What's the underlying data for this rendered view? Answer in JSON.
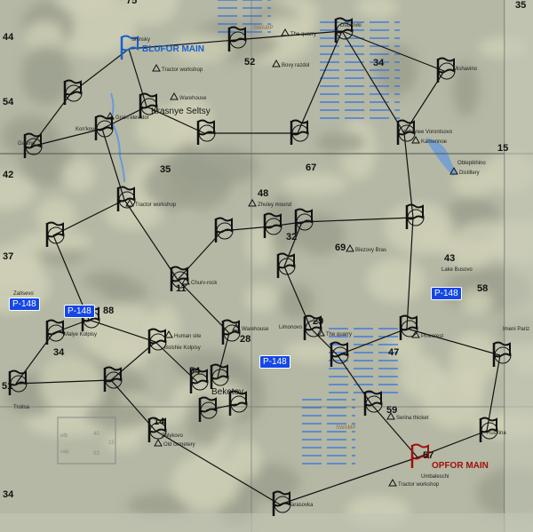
{
  "map": {
    "colors": {
      "terrain": "#b4b8a4",
      "forest": "#9a9e8c",
      "field": "#cfd0b6",
      "swamp": "#2f6fe6",
      "blufor": "#1a5fd1",
      "opfor": "#a01010",
      "neutral_flag": "#111111"
    },
    "bases": {
      "blufor": "BLUFOR MAIN",
      "opfor": "OPFOR MAIN"
    },
    "road_signs": [
      "P-148",
      "P-148",
      "P-148",
      "P-148"
    ],
    "grid_numbers": [
      "75",
      "44",
      "54",
      "42",
      "37",
      "51",
      "34",
      "35",
      "15",
      "35",
      "52",
      "34",
      "67",
      "48",
      "32",
      "69",
      "43",
      "58",
      "11",
      "29",
      "47",
      "28",
      "54",
      "59",
      "14",
      "57",
      "34",
      "88"
    ],
    "place_names": [
      "Krasnye Seltsy",
      "Beketov",
      "Gadino",
      "Kon'kovo",
      "Dubrovki",
      "Verkhnee Vorontsovo",
      "Oblepikhino",
      "Zaitsevo",
      "Malye Kolpisy",
      "Troitsa",
      "Bolshie Kolpisy",
      "Limonovo",
      "Imeni Pariz",
      "Umbaleschi",
      "Tarasovka",
      "Zalykovo",
      "Lake Busovo",
      "Mishavino",
      "Shinsky",
      "Ruskina"
    ],
    "landmarks": [
      "Tractor workshop",
      "Warehouse",
      "Grain elevator",
      "The quarry",
      "Bovy razdol",
      "Kamennoe",
      "Distillery",
      "Tractor workshop",
      "Zhuley mound",
      "Biezovy Bras",
      "Churv-rock",
      "Human site",
      "Warehouse",
      "The quarry",
      "Serina thicket",
      "Tractor workshop",
      "Pinecrest",
      "Old cemetery"
    ],
    "swamp_label": "SWAMP",
    "legend_box": [
      "elb",
      "cap",
      "40",
      "15",
      "03"
    ]
  }
}
